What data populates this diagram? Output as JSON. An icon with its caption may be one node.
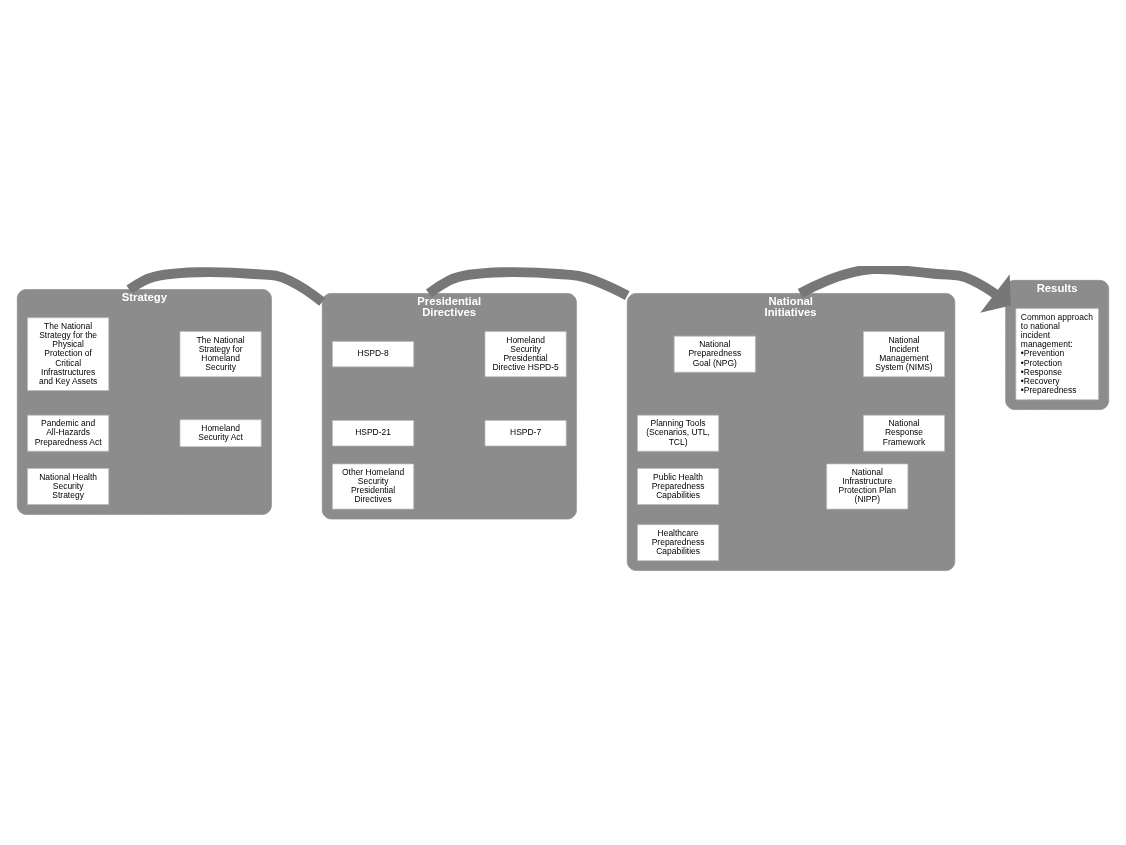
{
  "diagram": {
    "nodes": [
      {
        "text": [
          "Strategy"
        ]
      },
      {
        "text": [
          "The National Strategy for Homeland Security"
        ],
        "in": 0
      },
      {
        "text": [
          "Homeland Security Act"
        ],
        "in": 0
      },
      {
        "text": [
          "The National Strategy for the Physical Protection of Critical Infrastructures and Key Assets"
        ],
        "in": 0
      },
      {
        "text": [
          "Pandemic and All-Hazards Preparedness Act"
        ],
        "in": 0
      },
      {
        "text": [
          "National Health Security Strategy"
        ],
        "in": 0
      },
      {
        "text": [
          "Presidential Directives"
        ]
      },
      {
        "text": [
          "Homeland Security Presidential Directive HSPD-5"
        ],
        "in": 6
      },
      {
        "text": [
          "HSPD-7"
        ],
        "in": 6
      },
      {
        "text": [
          "HSPD-8"
        ],
        "in": 6
      },
      {
        "text": [
          "HSPD-21"
        ],
        "in": 6
      },
      {
        "text": [
          "Other Homeland Security Presidential Directives"
        ],
        "in": 6
      },
      {
        "text": [
          "National Initiatives"
        ]
      },
      {
        "text": [
          "National Incident Management System (NIMS)"
        ],
        "in": 12
      },
      {
        "text": [
          "National Response Framework"
        ],
        "in": 12
      },
      {
        "text": [
          "National Infrastructure Protection Plan (NIPP)"
        ],
        "in": 12
      },
      {
        "text": [
          "National Preparedness Goal (NPG)"
        ],
        "in": 12
      },
      {
        "text": [
          "Planning Tools (Scenarios, UTL, TCL)"
        ],
        "in": 12
      },
      {
        "text": [
          "Public Health Preparedness Capabilities"
        ],
        "in": 12
      },
      {
        "text": [
          "Healthcare Preparedness Capabilities"
        ],
        "in": 12
      },
      {
        "text": [
          "Results"
        ]
      },
      {
        "text": [
          "Common approach to national incident management:",
          "•Prevention",
          "•Protection",
          "•Response",
          "•Recovery",
          "•Preparedness"
        ],
        "in": 20
      }
    ],
    "edges": [
      {
        "from": 0,
        "to": 6,
        "arrow": "none"
      },
      {
        "from": 6,
        "to": 12,
        "arrow": "none"
      },
      {
        "from": 12,
        "to": 20,
        "arrow": "to"
      }
    ]
  }
}
